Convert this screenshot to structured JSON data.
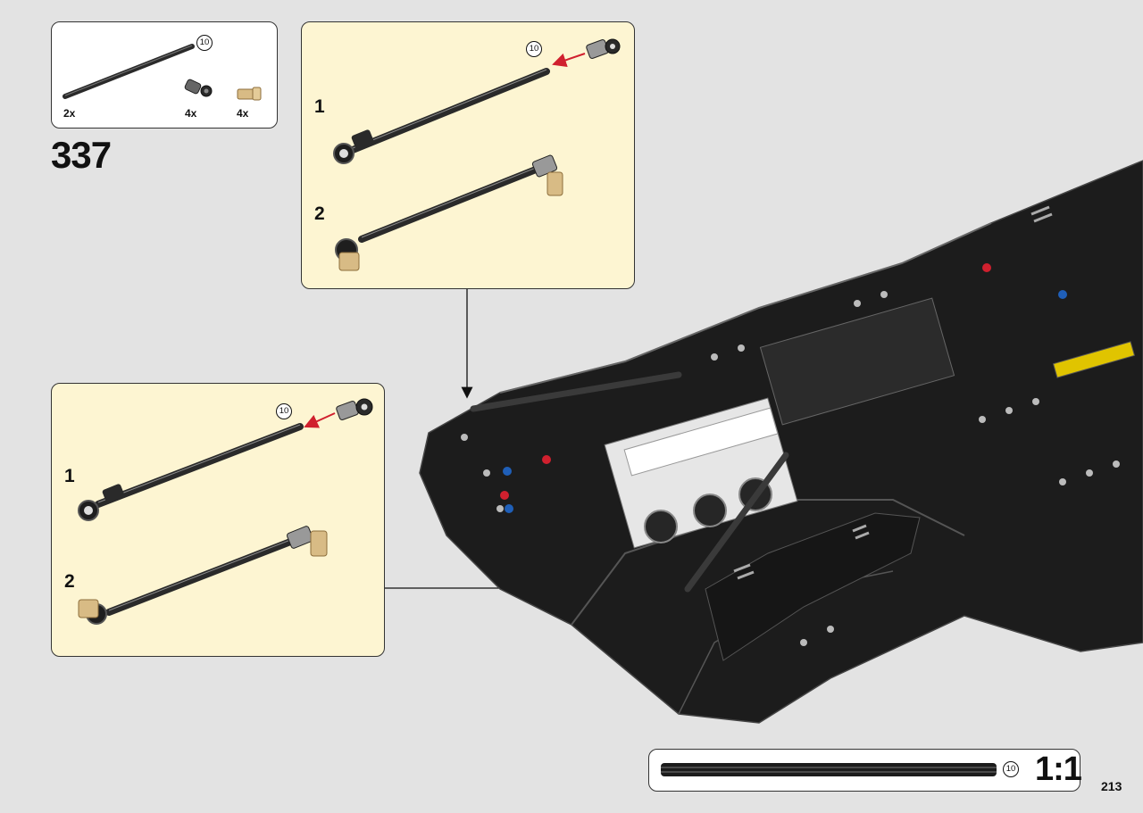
{
  "parts_list": {
    "items": [
      {
        "name": "axle",
        "count": "2x",
        "length_label": "10"
      },
      {
        "name": "black-connector",
        "count": "4x"
      },
      {
        "name": "tan-pin",
        "count": "4x"
      }
    ]
  },
  "step": {
    "number": "337"
  },
  "subassembly_top": {
    "steps": [
      {
        "label": "1",
        "length_label": "10"
      },
      {
        "label": "2"
      }
    ]
  },
  "subassembly_left": {
    "steps": [
      {
        "label": "1",
        "length_label": "10"
      },
      {
        "label": "2"
      }
    ]
  },
  "scale_indicator": {
    "length_label": "10",
    "ratio": "1:1"
  },
  "page": {
    "number": "213"
  },
  "colors": {
    "background": "#e3e3e3",
    "callout_background": "#fdf5d2",
    "arrow_red": "#d0202e",
    "axle_black": "#2a2a2a",
    "pin_tan": "#d8bb85"
  }
}
